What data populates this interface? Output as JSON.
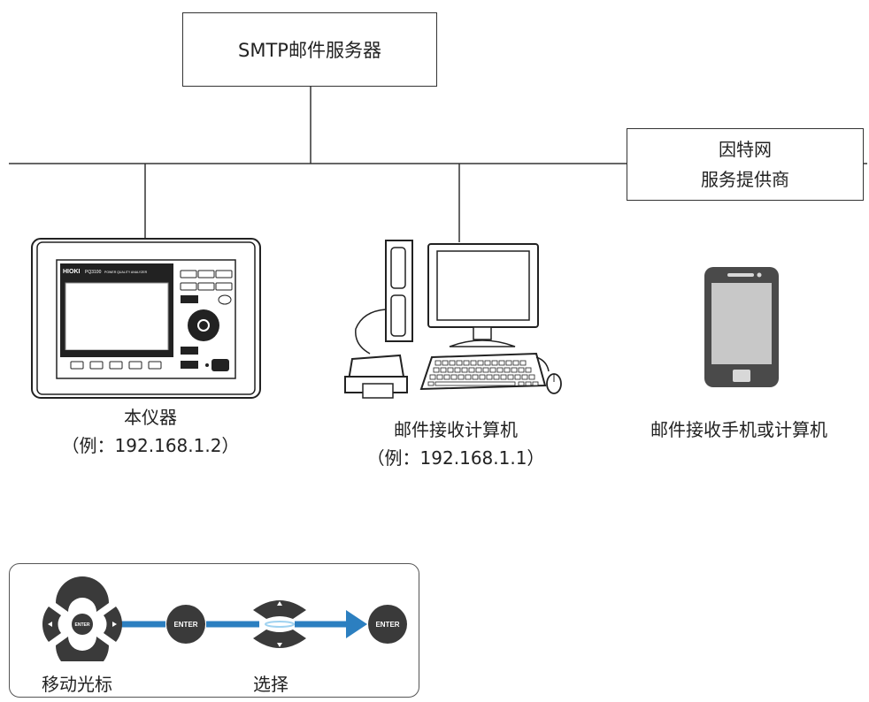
{
  "smtp_server": {
    "label": "SMTP邮件服务器"
  },
  "isp": {
    "line1": "因特网",
    "line2": "服务提供商"
  },
  "instrument": {
    "name": "本仪器",
    "ip": "（例：192.168.1.2）",
    "brand": "HIOKI",
    "model": "PQ3100",
    "subtitle": "POWER QUALITY ANALYZER"
  },
  "pc": {
    "name": "邮件接收计算机",
    "ip": "（例：192.168.1.1）"
  },
  "phone": {
    "name": "邮件接收手机或计算机"
  },
  "legend": {
    "move_cursor": "移动光标",
    "select": "选择",
    "enter_label": "ENTER"
  }
}
